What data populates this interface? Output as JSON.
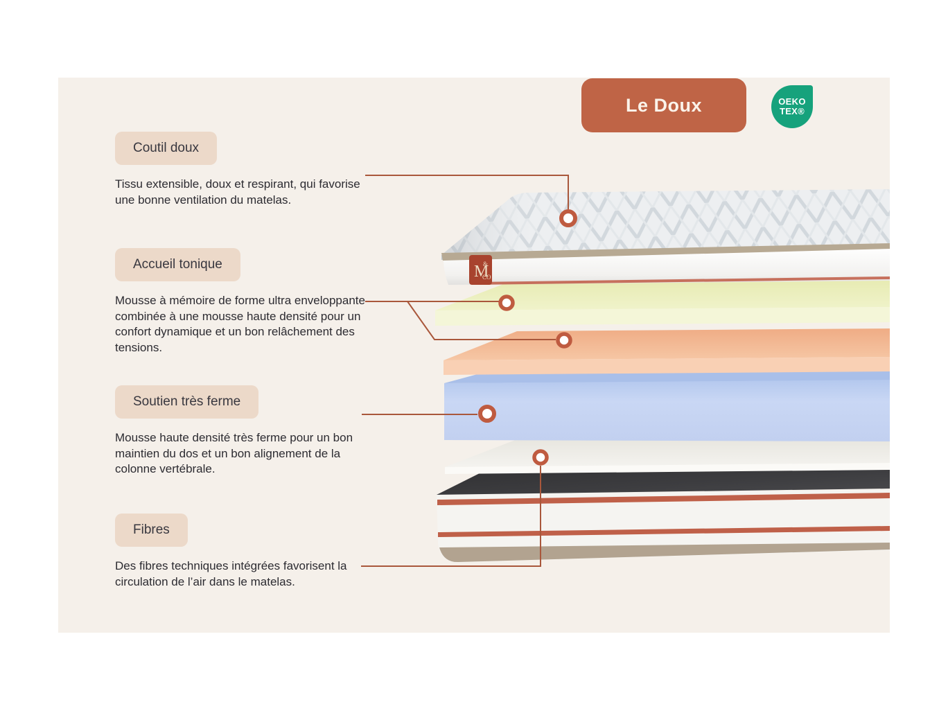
{
  "header": {
    "product_badge": {
      "label": "Le Doux",
      "background": "#bf6446"
    },
    "oeko_badge": {
      "line1": "OEKO",
      "line2": "TEX®",
      "background": "#16a27c"
    }
  },
  "brand_tag": {
    "m": "M",
    "amp": "&",
    "co": "CO",
    "background": "#a8432e"
  },
  "annotations": [
    {
      "id": "coutil-doux",
      "label": "Coutil doux",
      "description": "Tissu extensible, doux et respirant, qui favorise une bonne ventilation du matelas.",
      "points_to": "quilted-cover"
    },
    {
      "id": "accueil-tonique",
      "label": "Accueil tonique",
      "description": "Mousse à mémoire de forme ultra enveloppante combinée à une mousse haute densité pour un confort dynamique et un bon relâchement des tensions.",
      "points_to": "memory-foam-layer + dynamic-foam-layer"
    },
    {
      "id": "soutien-tres-ferme",
      "label": "Soutien très ferme",
      "description": "Mousse haute densité très ferme pour un bon maintien du dos et un bon alignement de la colonne vertébrale.",
      "points_to": "high-density-foam-layer"
    },
    {
      "id": "fibres",
      "label": "Fibres",
      "description": "Des fibres techniques intégrées favorisent la circulation de l’air dans le matelas.",
      "points_to": "fibre-layer"
    }
  ],
  "diagram": {
    "type": "exploded-mattress-layers",
    "layers": [
      {
        "name": "quilted-cover",
        "colors": [
          "#edeff1",
          "#b7a993",
          "#ffffff"
        ]
      },
      {
        "name": "memory-foam-layer",
        "colors": [
          "#eaedbb",
          "#f4f6d8"
        ]
      },
      {
        "name": "dynamic-foam-layer",
        "colors": [
          "#f2b48f",
          "#f9d0b4"
        ]
      },
      {
        "name": "high-density-foam-layer",
        "colors": [
          "#b7cbef",
          "#cbd8f4"
        ]
      },
      {
        "name": "fibre-layer",
        "colors": [
          "#eae8e1",
          "#fbfaf7"
        ]
      },
      {
        "name": "base",
        "colors": [
          "#3a3a3c",
          "#f5f4f1",
          "#bf6049",
          "#b2a390"
        ]
      }
    ],
    "hotspot_count": 5,
    "connector_color": "#a9573b",
    "hotspot_ring_color": "#bf5b40"
  },
  "colors": {
    "page_background": "#ffffff",
    "panel_background": "#f5f0ea",
    "pill_background": "#ecd9c9",
    "body_text": "#2c2b31",
    "accent_terracotta": "#bf6446"
  }
}
